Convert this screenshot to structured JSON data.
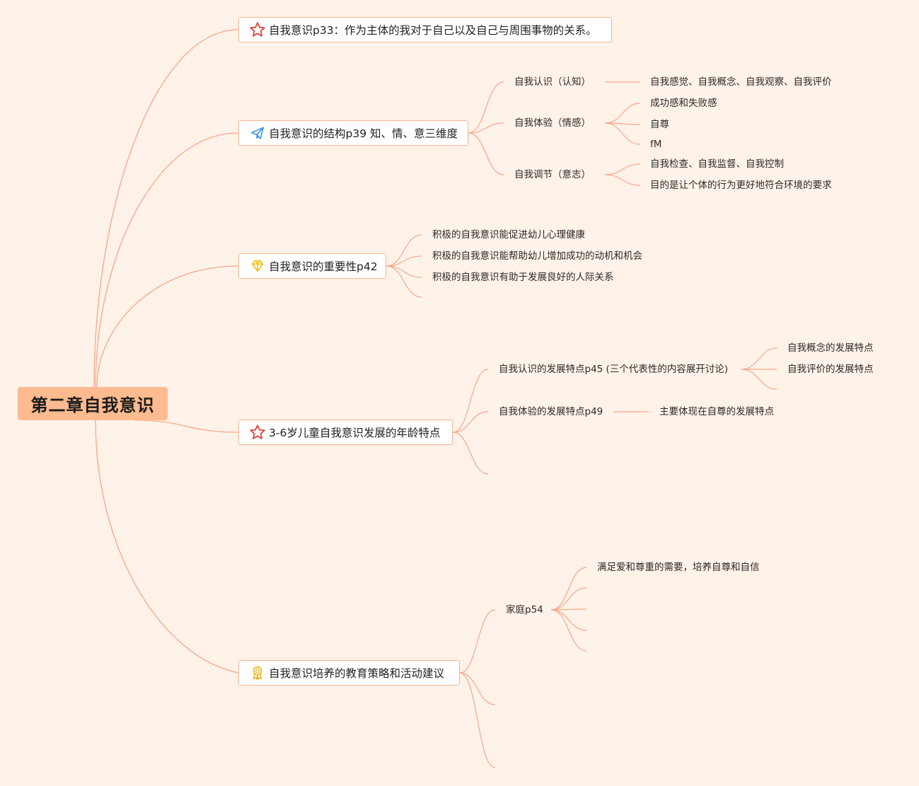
{
  "mindmap": {
    "root": "第二章自我意识",
    "branches": [
      {
        "icon": "star-icon",
        "label": "自我意识p33：作为主体的我对于自己以及自己与周围事物的关系。"
      },
      {
        "icon": "paper-plane-icon",
        "label": "自我意识的结构p39 知、情、意三维度",
        "children": [
          {
            "label": "自我认识（认知）",
            "children": [
              "自我感觉、自我概念、自我观察、自我评价"
            ]
          },
          {
            "label": "自我体验（情感）",
            "children": [
              "成功感和失败感",
              "自尊",
              "fM"
            ]
          },
          {
            "label": "自我调节（意志）",
            "children": [
              "自我检查、自我监督、自我控制",
              "目的是让个体的行为更好地符合环境的要求"
            ]
          }
        ]
      },
      {
        "icon": "diamond-icon",
        "label": "自我意识的重要性p42",
        "children": [
          {
            "label": "积极的自我意识能促进幼儿心理健康"
          },
          {
            "label": "积极的自我意识能帮助幼儿增加成功的动机和机会"
          },
          {
            "label": "积极的自我意识有助于发展良好的人际关系"
          },
          {
            "label": ""
          }
        ]
      },
      {
        "icon": "star-icon",
        "label": "3-6岁儿童自我意识发展的年龄特点",
        "children": [
          {
            "label": "自我认识的发展特点p45 (三个代表性的内容展开讨论)",
            "children": [
              "自我概念的发展特点",
              "自我评价的发展特点",
              ""
            ]
          },
          {
            "label": "自我体验的发展特点p49",
            "children": [
              "主要体现在自尊的发展特点"
            ]
          },
          {
            "label": ""
          }
        ]
      },
      {
        "icon": "award-ribbon-icon",
        "label": "自我意识培养的教育策略和活动建议",
        "children": [
          {
            "label": "家庭p54",
            "children": [
              "满足爱和尊重的需要，培养自尊和自信",
              "",
              "",
              "",
              ""
            ]
          },
          {
            "label": ""
          },
          {
            "label": ""
          }
        ]
      }
    ]
  },
  "colors": {
    "background": "#fff2e8",
    "root_fill": "#fdbb8f",
    "connector": "#f6a88a",
    "branch_border": "#f6b494",
    "star": "#e0403a",
    "plane": "#3d9bd6",
    "diamond": "#f2c21b",
    "award": "#e9b71c"
  }
}
